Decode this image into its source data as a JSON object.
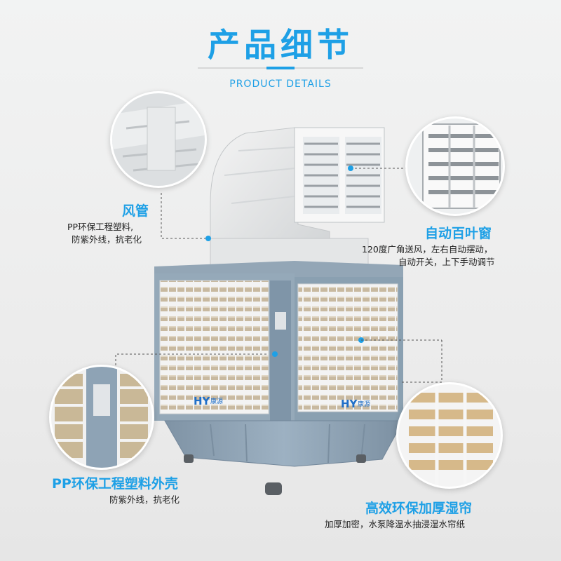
{
  "header": {
    "title": "产品细节",
    "subtitle": "PRODUCT DETAILS"
  },
  "callouts": {
    "duct": {
      "title": "风管",
      "desc_line1": "PP环保工程塑料,",
      "desc_line2": "防紫外线，抗老化"
    },
    "louver": {
      "title": "自动百叶窗",
      "desc_line1": "120度广角送风，左右自动摆动，",
      "desc_line2": "自动开关，上下手动调节"
    },
    "shell": {
      "title": "PP环保工程塑料外壳",
      "desc": "防紫外线，抗老化"
    },
    "pad": {
      "title": "高效环保加厚湿帘",
      "desc": "加厚加密，水泵降温水抽浸湿水帘纸"
    }
  },
  "product": {
    "brand_left": "HY",
    "brand_left_sub": "康源",
    "brand_right": "HY",
    "brand_right_sub": "康源"
  },
  "colors": {
    "accent": "#1ea0e6",
    "base": "#8ea3b5",
    "body_white": "#eef0f1"
  }
}
